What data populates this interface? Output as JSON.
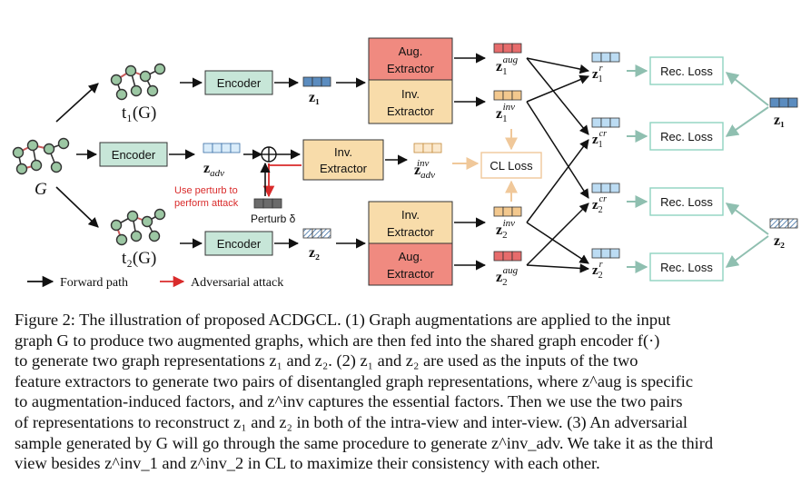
{
  "figure": {
    "encoder_label": "Encoder",
    "aug_extractor_label": [
      "Aug.",
      "Extractor"
    ],
    "inv_extractor_label": [
      "Inv.",
      "Extractor"
    ],
    "rec_loss_label": "Rec. Loss",
    "cl_loss_label": "CL Loss",
    "graph_G": "G",
    "graph_t1": "t₁(G)",
    "graph_t2": "t₂(G)",
    "z1": "z₁",
    "z2": "z₂",
    "z_adv": "z",
    "z_adv_sub": "adv",
    "z_aug": "aug",
    "z_inv": "inv",
    "z_r": "r",
    "z_cr": "cr",
    "perturb_label": "Perturb δ",
    "attack_note": [
      "Use perturb to",
      "perform attack"
    ],
    "legend_forward": "Forward path",
    "legend_adversarial": "Adversarial attack",
    "colors": {
      "encoder_fill": "#c7e6d8",
      "aug_fill": "#f08a80",
      "inv_fill": "#f8dcaa",
      "recloss_fill": "#ffffff",
      "recloss_border": "#8fd3c0",
      "graph_node": "#9cc7a3",
      "attack_red": "#d92b2b",
      "vec_blue": "#9ec7ea",
      "vec_orange": "#f3c88e",
      "vec_red": "#e76c6c"
    }
  },
  "caption": {
    "lines": [
      "Figure 2: The illustration of proposed ACDGCL. (1) Graph augmentations are applied to the input",
      "graph G to produce two augmented graphs, which are then fed into the shared graph encoder f(·)",
      "to generate two graph representations z₁ and z₂. (2) z₁ and z₂ are used as the inputs of the two",
      "feature extractors to generate two pairs of disentangled graph representations, where z^aug is specific",
      "to augmentation-induced factors, and z^inv captures the essential factors. Then we use the two pairs",
      "of representations to reconstruct z₁ and z₂ in both of the intra-view and inter-view. (3) An adversarial",
      "sample generated by G will go through the same procedure to generate z^inv_adv. We take it as the third",
      "view besides z^inv_1 and z^inv_2 in CL to maximize their consistency with each other."
    ]
  }
}
